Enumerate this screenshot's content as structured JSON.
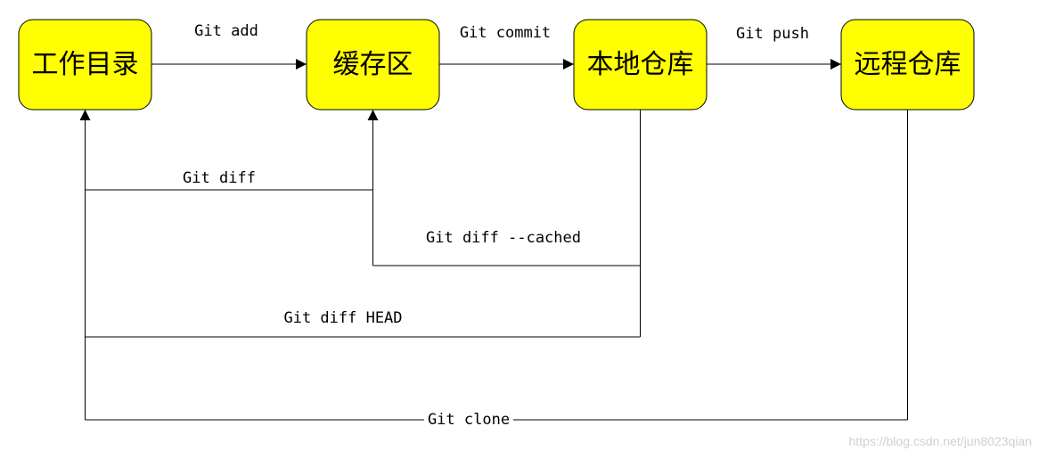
{
  "nodes": {
    "working_dir": "工作目录",
    "staging": "缓存区",
    "local_repo": "本地仓库",
    "remote_repo": "远程仓库"
  },
  "edges": {
    "add": "Git add",
    "commit": "Git commit",
    "push": "Git push",
    "diff": "Git diff",
    "diff_cached": "Git diff --cached",
    "diff_head": "Git diff HEAD",
    "clone": "Git clone"
  },
  "watermark": "https://blog.csdn.net/jun8023qian",
  "colors": {
    "node_fill": "#ffff00",
    "line": "#000000"
  }
}
